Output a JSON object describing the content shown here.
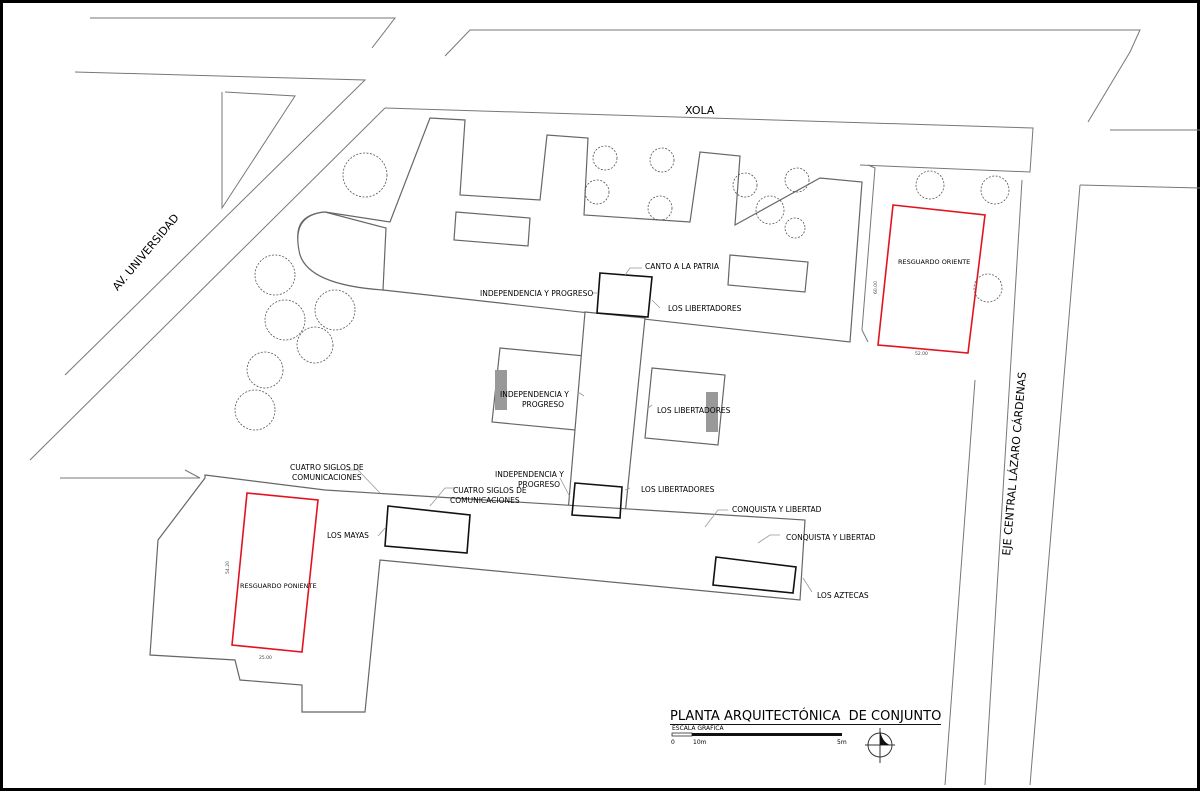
{
  "streets": {
    "north": "XOLA",
    "west": "AV. UNIVERSIDAD",
    "east": "EJE CENTRAL LÁZARO CÁRDENAS"
  },
  "areas": {
    "east": {
      "label": "RESGUARDO ORIENTE",
      "width": "52.00",
      "height": "60.00"
    },
    "west": {
      "label": "RESGUARDO PONIENTE",
      "width": "25.00",
      "height": "54.20"
    }
  },
  "murals": [
    "CANTO A LA PATRIA",
    "INDEPENDENCIA Y PROGRESO",
    "LOS LIBERTADORES",
    "INDEPENDENCIA Y",
    "PROGRESO",
    "LOS LIBERTADORES",
    "INDEPENDENCIA Y",
    "PROGRESO",
    "LOS LIBERTADORES",
    "CUATRO SIGLOS DE",
    "COMUNICACIONES",
    "CUATRO SIGLOS DE",
    "COMUNICACIONES",
    "LOS MAYAS",
    "CONQUISTA Y LIBERTAD",
    "CONQUISTA Y LIBERTAD",
    "LOS AZTECAS"
  ],
  "title_block": {
    "title": "PLANTA ARQUITECTÓNICA  DE CONJUNTO",
    "scale_label": "ESCALA GRÁFICA",
    "scale_ticks": [
      "0",
      "10m",
      "5m"
    ]
  },
  "colors": {
    "highlight": "#e0141e",
    "line": "#777777"
  }
}
